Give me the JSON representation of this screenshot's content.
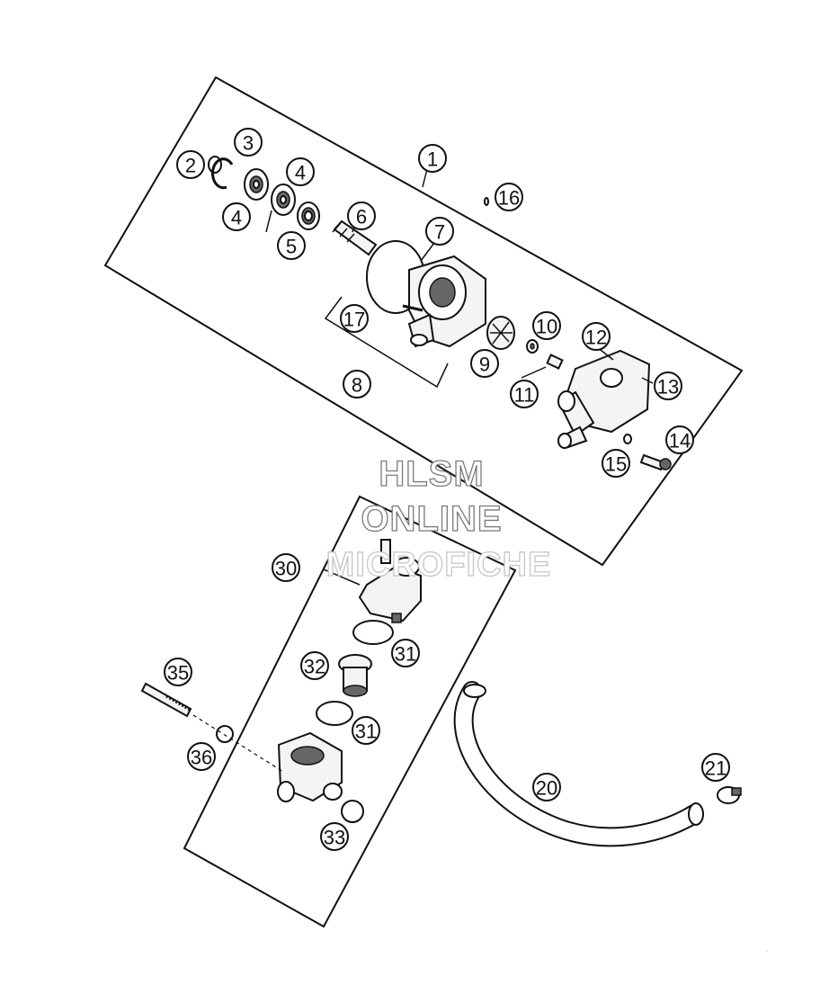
{
  "watermark": {
    "line1": "HLSM",
    "line2": "ONLINE",
    "line3": "MICROFICHE"
  },
  "callouts": {
    "c1": "1",
    "c2": "2",
    "c3": "3",
    "c4a": "4",
    "c4b": "4",
    "c5": "5",
    "c6": "6",
    "c7": "7",
    "c8": "8",
    "c9": "9",
    "c10": "10",
    "c11": "11",
    "c12": "12",
    "c13": "13",
    "c14": "14",
    "c15": "15",
    "c16": "16",
    "c17": "17",
    "c20": "20",
    "c21": "21",
    "c30": "30",
    "c31a": "31",
    "c31b": "31",
    "c32": "32",
    "c33": "33",
    "c35": "35",
    "c36": "36"
  },
  "corner_mark": "."
}
